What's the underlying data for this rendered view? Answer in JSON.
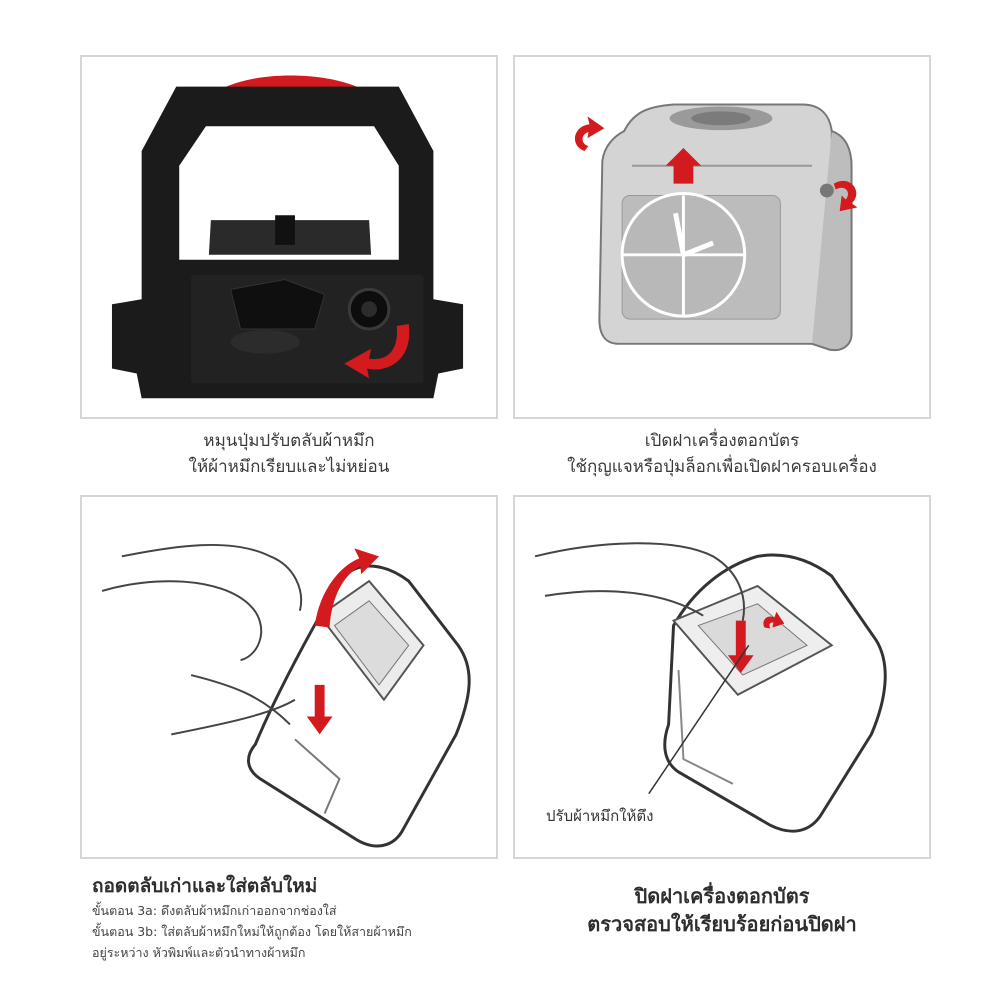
{
  "panels": {
    "ribbon": {
      "caption": [
        "หมุนปุ่มปรับตลับผ้าหมึก",
        "ให้ผ้าหมึกเรียบและไม่หย่อน"
      ]
    },
    "open_cover": {
      "caption": [
        "เปิดฝาเครื่องตอกบัตร",
        "ใช้กุญแจหรือปุ่มล็อกเพื่อเปิดฝาครอบเครื่อง"
      ]
    },
    "replace": {
      "heading": "ถอดตลับเก่าและใส่ตลับใหม่",
      "lines": [
        "ขั้นตอน 3a: ดึงตลับผ้าหมึกเก่าออกจากช่องใส่",
        "ขั้นตอน 3b: ใส่ตลับผ้าหมึกใหม่ให้ถูกต้อง โดยให้สายผ้าหมึก",
        "อยู่ระหว่าง หัวพิมพ์และตัวนำทางผ้าหมึก"
      ]
    },
    "close_cover": {
      "callout": "ปรับผ้าหมึกให้ตึง",
      "caption": [
        "ปิดฝาเครื่องตอกบัตร",
        "ตรวจสอบให้เรียบร้อยก่อนปิดฝา"
      ]
    }
  },
  "colors": {
    "accent_red": "#d21a1f",
    "cartridge": "#1b1b1b",
    "border": "#d6d6d6"
  }
}
